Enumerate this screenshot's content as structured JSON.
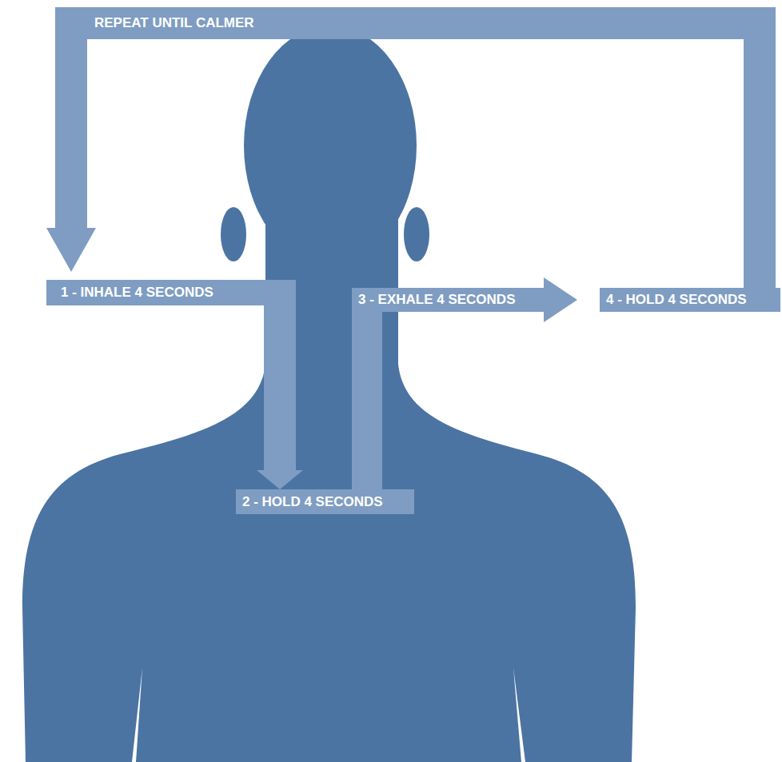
{
  "diagram": {
    "nodes": [
      {
        "text": [
          "1 - INHALE 4 SECONDS"
        ]
      },
      {
        "text": [
          "2 - HOLD 4 SECONDS"
        ]
      },
      {
        "text": [
          "3 - EXHALE 4 SECONDS"
        ]
      },
      {
        "text": [
          "4 - HOLD 4 SECONDS"
        ]
      }
    ],
    "edges": [
      {
        "from": 0,
        "to": 1,
        "arrow": "to"
      },
      {
        "from": 1,
        "to": 2,
        "arrow": "none"
      },
      {
        "from": 2,
        "to": 3,
        "arrow": "to"
      },
      {
        "from": 3,
        "to": 0,
        "arrow": "to",
        "label": "REPEAT UNTIL CALMER"
      }
    ]
  }
}
